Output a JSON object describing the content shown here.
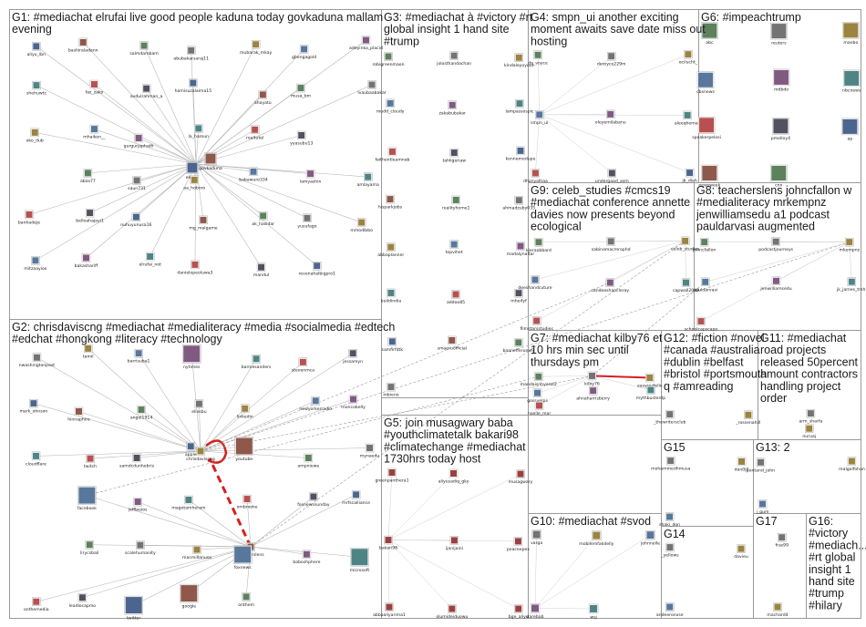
{
  "groups": [
    {
      "id": "G1",
      "title_lines": [
        "G1: #mediachat elrufai live good people kaduna today govkaduna mallam",
        "evening"
      ]
    },
    {
      "id": "G2",
      "title_lines": [
        "G2: chrisdaviscng #mediachat #medialiteracy #media #socialmedia #edtech",
        "#edchat #hongkong #literacy #technology"
      ]
    },
    {
      "id": "G3",
      "title_lines": [
        "G3: #mediachat à #victory #rt",
        "global insight 1 hand site",
        "#trump"
      ]
    },
    {
      "id": "G4",
      "title_lines": [
        "G4: smpn_ui another exciting",
        "moment awaits save date miss out",
        "hosting"
      ]
    },
    {
      "id": "G5",
      "title_lines": [
        "G5: join musagwary baba",
        "#youthclimatetalk bakari98",
        "#climatechange #mediachat",
        "1730hrs today host"
      ]
    },
    {
      "id": "G6",
      "title_lines": [
        "G6: #impeachtrump"
      ]
    },
    {
      "id": "G7",
      "title_lines": [
        "G7: #mediachat kilby76 et",
        "10 hrs min sec until",
        "thursdays pm"
      ]
    },
    {
      "id": "G8",
      "title_lines": [
        "G8: teacherslens johncfallon w",
        "#medialiteracy mrkempnz",
        "jenwilliamsedu a1 podcast",
        "pauldarvasi augmented"
      ]
    },
    {
      "id": "G9",
      "title_lines": [
        "G9: celeb_studies #cmcs19",
        "#mediachat conference annette",
        "davies now presents beyond",
        "ecological"
      ]
    },
    {
      "id": "G10",
      "title_lines": [
        "G10: #mediachat #svod"
      ]
    },
    {
      "id": "G11",
      "title_lines": [
        "G11: #mediachat",
        "road projects",
        "released 50percent",
        "amount contractors",
        "handling project",
        "order"
      ]
    },
    {
      "id": "G12",
      "title_lines": [
        "G12: #fiction #novel",
        "#canada #australia",
        "#dublin #belfast",
        "#bristol #portsmouth",
        "q #amreading"
      ]
    },
    {
      "id": "G13",
      "title_lines": [
        "G13: 2"
      ]
    },
    {
      "id": "G14",
      "title_lines": [
        "G14"
      ]
    },
    {
      "id": "G15",
      "title_lines": [
        "G15"
      ]
    },
    {
      "id": "G16",
      "title_lines": [
        "G16:",
        "#victory",
        "#mediach...",
        "#rt global",
        "insight 1",
        "hand site",
        "#trump",
        "#hilary"
      ]
    },
    {
      "id": "G17",
      "title_lines": [
        "G17"
      ]
    }
  ],
  "labels": {
    "G1": [
      "aliyu_ibn",
      "bashiraladann",
      "salmdambam",
      "abubakarsaraj11",
      "mubarak_mkay",
      "gbengagold",
      "adeyinka_placid",
      "shehuwtc",
      "faz_zako",
      "avdulrahman_a",
      "hamisuzalaima15",
      "ahayatu",
      "musa_bm",
      "lvaubaabakar",
      "oko_dub",
      "mhaikon__",
      "gurgurjaphath",
      "la_haroun",
      "realtutel",
      "yyasubu13",
      "elrufai",
      "govkaduna",
      "abza77",
      "saun731",
      "aa_hoboro",
      "babawuro334",
      "lamyashin",
      "amlayama",
      "banhadeje",
      "belloahajayi1",
      "nuhuyunusa16",
      "mg_malgamo",
      "ak_hasidar",
      "yusufago",
      "mmodibbo",
      "mitzaayiox",
      "bakashariff",
      "elrufai_not",
      "danielopeoluwa3",
      "mandul",
      "revenahalbigpro1"
    ],
    "G2": [
      "nwashingtonpost",
      "tamil",
      "barrisuba1",
      "nytimes",
      "barniesanders",
      "stevenmca",
      "jessamyn",
      "mark_ohnson",
      "hinnaphire",
      "angel1914",
      "eliosbu",
      "linkedin",
      "newyorkerradio",
      "moncobelly",
      "cloudflare",
      "twitch",
      "samdcdunhebris",
      "apple",
      "youtube",
      "ampniewe",
      "mynaedu",
      "chrisdaviscng",
      "facebook",
      "jeffbezos",
      "magetamheram",
      "ombrooke",
      "fosnewssunday",
      "mrfscalliance",
      "teacherslens",
      "lirycsbali",
      "scalehumanity",
      "macmillanusa",
      "foxnews",
      "boboshphere",
      "microsoft",
      "onthemedia",
      "leadlocapmo",
      "twitter",
      "google",
      "onthem"
    ],
    "G3": [
      "robigreenmaon",
      "jolosthandachan",
      "kindaleyoyout",
      "mudd_cloudy",
      "zakabubakar",
      "lampassospic",
      "faithentleamnab",
      "tahligeriaw",
      "kennemodupe",
      "hisparkjobs",
      "realityhome1",
      "ahmadzuby035",
      "abbaplanner",
      "topvihet",
      "madalynaltar",
      "buildindia",
      "addoo85",
      "mhe4yf",
      "samfirfdtk",
      "smaeruofficial",
      "baanefferunw9",
      "mbieno"
    ],
    "G4": [
      "da_voyce",
      "deroyce229m",
      "ocilucht_",
      "smpn_ui",
      "oleyemilabanu",
      "aleeqhemeo",
      "dhanyolhaa",
      "undergaad_asm",
      "jb_dlah"
    ],
    "G5": [
      "greenpanthera1",
      "aliyusadiq_gky",
      "musagwary",
      "bakari98",
      "ijanijaini",
      "peaceepex",
      "abbaaliyarima1",
      "olumideiduowu",
      "bge_aliyu"
    ],
    "G6": [
      "abc",
      "reuters",
      "manbo",
      "cbsnews",
      "mdbdo",
      "nbcnews",
      "speakerpelosi",
      "pmolloy4",
      "ap",
      "newsweek",
      "cnn"
    ],
    "G7": [
      "mandaisnhyarot2",
      "kilby76",
      "easyrezfelle",
      "gossyelps",
      "ahnaharrisberry",
      "mythbusterdp",
      "noelle_mar"
    ],
    "G8": [
      "johncfallon",
      "podcastjourneys",
      "mkempnz",
      "pauldarvasi",
      "jenwilliamsedu",
      "jk_james_tmhl",
      "schoolcapscapo"
    ],
    "G9": [
      "kieraobbard",
      "sabinamacmrophd",
      "celeb_studies",
      "deeshandcuture",
      "candoeshaocleray",
      "capwall2049",
      "filmstarsstudies"
    ],
    "G10": [
      "varga",
      "mobilemfakdelly",
      "johnnolle",
      "darebab",
      "wsj"
    ],
    "G11": [
      "arm_sharfa",
      "nuruaj"
    ],
    "G12": [
      "_thewritersclub",
      "_rossenahill"
    ],
    "G13": [
      "pontand_john",
      "realgolfohan",
      "j_gum"
    ],
    "G14": [
      "_yellows",
      "davieu",
      "andeeronxse"
    ],
    "G15": [
      "mohammedhmusa",
      "dan0j0",
      "shaki_don"
    ],
    "G17": [
      "fras99",
      "machard4"
    ]
  },
  "colors": {
    "grid_stroke": "#9a9a9a",
    "edge": "#b3b3b3",
    "arrow_red": "#d61f1f"
  }
}
